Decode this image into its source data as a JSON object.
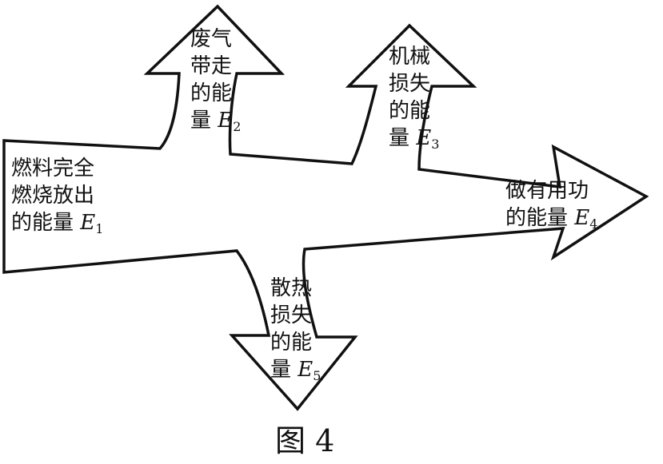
{
  "diagram": {
    "source": {
      "lines": [
        "燃料完全",
        "燃烧放出"
      ],
      "last_prefix": "的能量",
      "symbol": "E",
      "subscript": "1"
    },
    "exhaust": {
      "lines": [
        "废气",
        "带走"
      ],
      "last_prefix": "的能",
      "last_line2": "量",
      "symbol": "E",
      "subscript": "2"
    },
    "mechanical": {
      "lines": [
        "机械",
        "损失",
        "的能"
      ],
      "last_prefix": "量",
      "symbol": "E",
      "subscript": "3"
    },
    "useful": {
      "line1": "做有用功",
      "last_prefix": "的能量",
      "symbol": "E",
      "subscript": "4"
    },
    "heat": {
      "lines": [
        "散热",
        "损失",
        "的能"
      ],
      "last_prefix": "量",
      "symbol": "E",
      "subscript": "5"
    },
    "caption": "图 4",
    "colors": {
      "stroke": "#111111",
      "fill": "#ffffff"
    }
  }
}
